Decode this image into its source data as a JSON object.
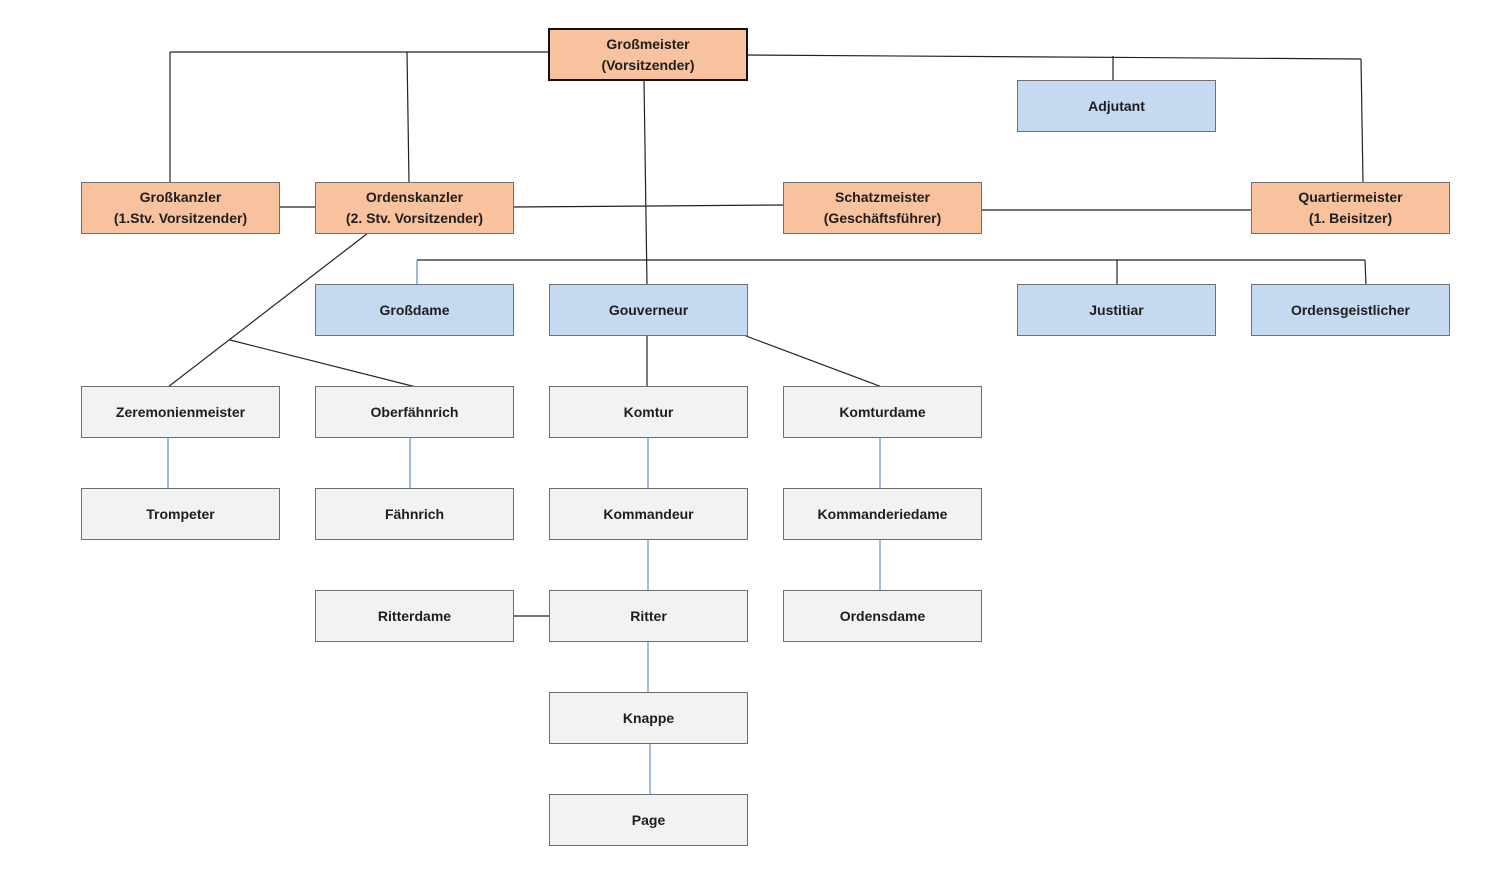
{
  "nodes": {
    "grossmeister": {
      "line1": "Großmeister",
      "line2": "(Vorsitzender)",
      "fill": "#f7c29d"
    },
    "adjutant": {
      "line1": "Adjutant",
      "fill": "#c5d9f1"
    },
    "grosskanzler": {
      "line1": "Großkanzler",
      "line2": "(1.Stv. Vorsitzender)",
      "fill": "#f7c29d"
    },
    "ordenskanzler": {
      "line1": "Ordenskanzler",
      "line2": "(2. Stv. Vorsitzender)",
      "fill": "#f7c29d"
    },
    "schatzmeister": {
      "line1": "Schatzmeister",
      "line2": "(Geschäftsführer)",
      "fill": "#f7c29d"
    },
    "quartiermeister": {
      "line1": "Quartiermeister",
      "line2": "(1. Beisitzer)",
      "fill": "#f7c29d"
    },
    "grossdame": {
      "line1": "Großdame",
      "fill": "#c5d9f1"
    },
    "gouverneur": {
      "line1": "Gouverneur",
      "fill": "#c5d9f1"
    },
    "justitiar": {
      "line1": "Justitiar",
      "fill": "#c5d9f1"
    },
    "ordensgeistlicher": {
      "line1": "Ordensgeistlicher",
      "fill": "#c5d9f1"
    },
    "zeremonienmeister": {
      "line1": "Zeremonienmeister",
      "fill": "#f2f2f2"
    },
    "oberfaehnrich": {
      "line1": "Oberfähnrich",
      "fill": "#f2f2f2"
    },
    "komtur": {
      "line1": "Komtur",
      "fill": "#f2f2f2"
    },
    "komturdame": {
      "line1": "Komturdame",
      "fill": "#f2f2f2"
    },
    "trompeter": {
      "line1": "Trompeter",
      "fill": "#f2f2f2"
    },
    "faehnrich": {
      "line1": "Fähnrich",
      "fill": "#f2f2f2"
    },
    "kommandeur": {
      "line1": "Kommandeur",
      "fill": "#f2f2f2"
    },
    "kommanderiedame": {
      "line1": "Kommanderiedame",
      "fill": "#f2f2f2"
    },
    "ritterdame": {
      "line1": "Ritterdame",
      "fill": "#f2f2f2"
    },
    "ritter": {
      "line1": "Ritter",
      "fill": "#f2f2f2"
    },
    "ordensdame": {
      "line1": "Ordensdame",
      "fill": "#f2f2f2"
    },
    "knappe": {
      "line1": "Knappe",
      "fill": "#f2f2f2"
    },
    "page": {
      "line1": "Page",
      "fill": "#f2f2f2"
    }
  },
  "colors": {
    "line": "#222222",
    "blue_line": "#5b8fc7"
  }
}
